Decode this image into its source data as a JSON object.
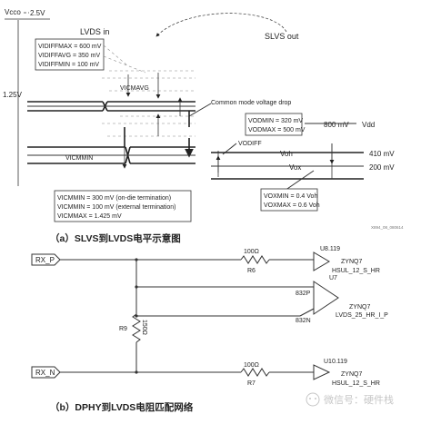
{
  "levels": {
    "vcco": "Vcco",
    "v25": "2.5V",
    "v125": "1.25V",
    "lvds_in": "LVDS in",
    "slvs_out": "SLVS out",
    "icmavg": "VICMAVG",
    "icmmin": "VICMMIN",
    "cm_drop": "Common mode voltage drop",
    "vdd_label": "800 mV",
    "vdd": "Vdd",
    "voh": "Voh",
    "voh_val": "410 mV",
    "vox": "Vox",
    "vox_val": "200 mV",
    "vodiff": "VODIFF"
  },
  "box_idiff": {
    "line1": "VIDIFFMAX = 600 mV",
    "line2": "VIDIFFAVG = 350 mV",
    "line3": "VIDIFFMIN = 100 mV"
  },
  "box_icm": {
    "line1": "VICMMIN = 300 mV (on-die termination)",
    "line2": "VICMMIN = 100 mV (external termination)",
    "line3": "VICMMAX = 1.425 mV"
  },
  "box_odm": {
    "line1": "VODMIN = 320 mV",
    "line2": "VODMAX = 500 mV"
  },
  "box_ox": {
    "line1": "VOXMIN = 0.4 Voh",
    "line2": "VOXMAX = 0.6 Voh"
  },
  "fig_id": "X894_08_080614",
  "caption_a": "（a）SLVS到LVDS电平示意图",
  "circuit": {
    "rx_p": "RX_P",
    "rx_n": "RX_N",
    "r6_val": "100Ω",
    "r6": "R6",
    "r7_val": "100Ω",
    "r7": "R7",
    "r9": "R9",
    "r9_val": "150Ω",
    "u8_pin": "U8.119",
    "u8_part": "ZYNQ7",
    "u8_std": "HSUL_12_S_HR",
    "u7": "U7",
    "u7_p": "832P",
    "u7_n": "832N",
    "u7_part": "ZYNQ7",
    "u7_std": "LVDS_25_HR_I_P",
    "u10_pin": "U10.119",
    "u10_part": "ZYNQ7",
    "u10_std": "HSUL_12_S_HR"
  },
  "caption_b": "（b）DPHY到LVDS电阻匹配网络",
  "watermark": "微信号：硬件栈"
}
